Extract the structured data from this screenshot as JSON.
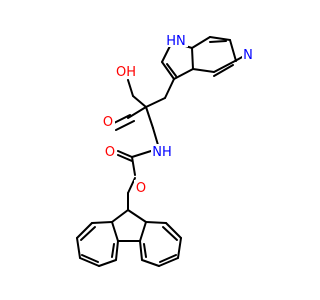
{
  "colors": {
    "bond": "#000000",
    "nitrogen": "#0000ff",
    "oxygen": "#ff0000",
    "background": "#ffffff"
  },
  "atoms": {
    "indole_nh": {
      "symbol": "H",
      "hydrogen": "N"
    },
    "pyridine_n": {
      "symbol": "N"
    },
    "acid_oh": {
      "symbol": "OH"
    },
    "acid_o": {
      "symbol": "O"
    },
    "amide_nh": {
      "symbol": "NH"
    },
    "carbamate_o": {
      "symbol": "O"
    },
    "ester_o": {
      "symbol": "O"
    }
  }
}
